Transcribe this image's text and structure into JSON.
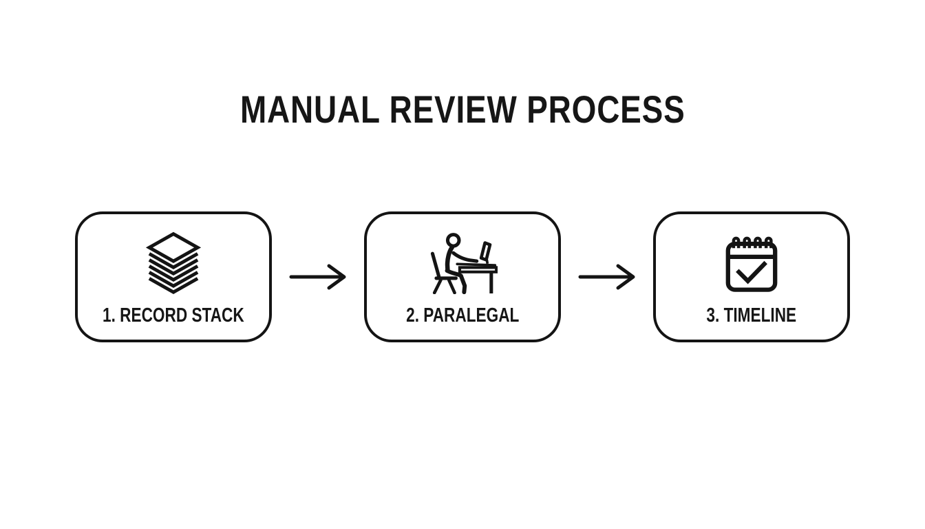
{
  "title": "MANUAL REVIEW PROCESS",
  "flow": {
    "steps": [
      {
        "id": "record-stack",
        "label": "1. RECORD STACK",
        "icon": "document-stack-icon"
      },
      {
        "id": "paralegal",
        "label": "2. PARALEGAL",
        "icon": "person-at-desk-icon"
      },
      {
        "id": "timeline",
        "label": "3. TIMELINE",
        "icon": "calendar-check-icon"
      }
    ],
    "connector_icon": "arrow-right-icon",
    "connector_count": 2
  },
  "colors": {
    "background": "#ffffff",
    "stroke": "#141414",
    "text": "#161616"
  }
}
